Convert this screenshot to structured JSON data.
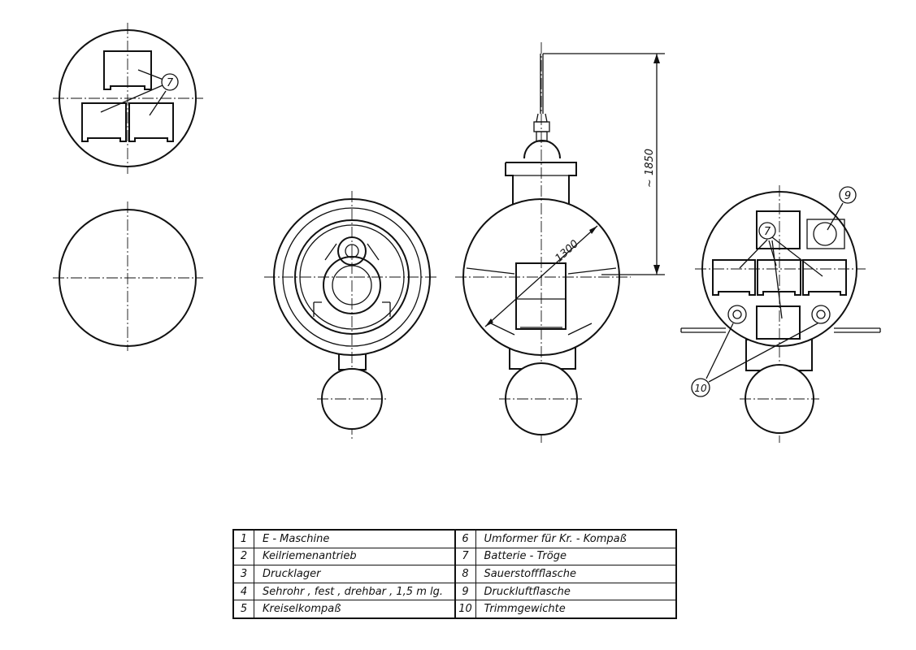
{
  "dimension_label": "~ 1850",
  "diameter_label": "1300",
  "callouts": {
    "batteries": "7",
    "compressed_air": "9",
    "trim_weights": "10"
  },
  "legend": {
    "left": [
      {
        "num": "1",
        "text": "E - Maschine"
      },
      {
        "num": "2",
        "text": "Keilriemenantrieb"
      },
      {
        "num": "3",
        "text": "Drucklager"
      },
      {
        "num": "4",
        "text": "Sehrohr , fest , drehbar , 1,5 m lg."
      },
      {
        "num": "5",
        "text": "Kreiselkompaß"
      }
    ],
    "right": [
      {
        "num": "6",
        "text": "Umformer für Kr. - Kompaß"
      },
      {
        "num": "7",
        "text": "Batterie - Tröge"
      },
      {
        "num": "8",
        "text": "Sauerstoffflasche"
      },
      {
        "num": "9",
        "text": "Druckluftflasche"
      },
      {
        "num": "10",
        "text": "Trimmgewichte"
      }
    ]
  }
}
